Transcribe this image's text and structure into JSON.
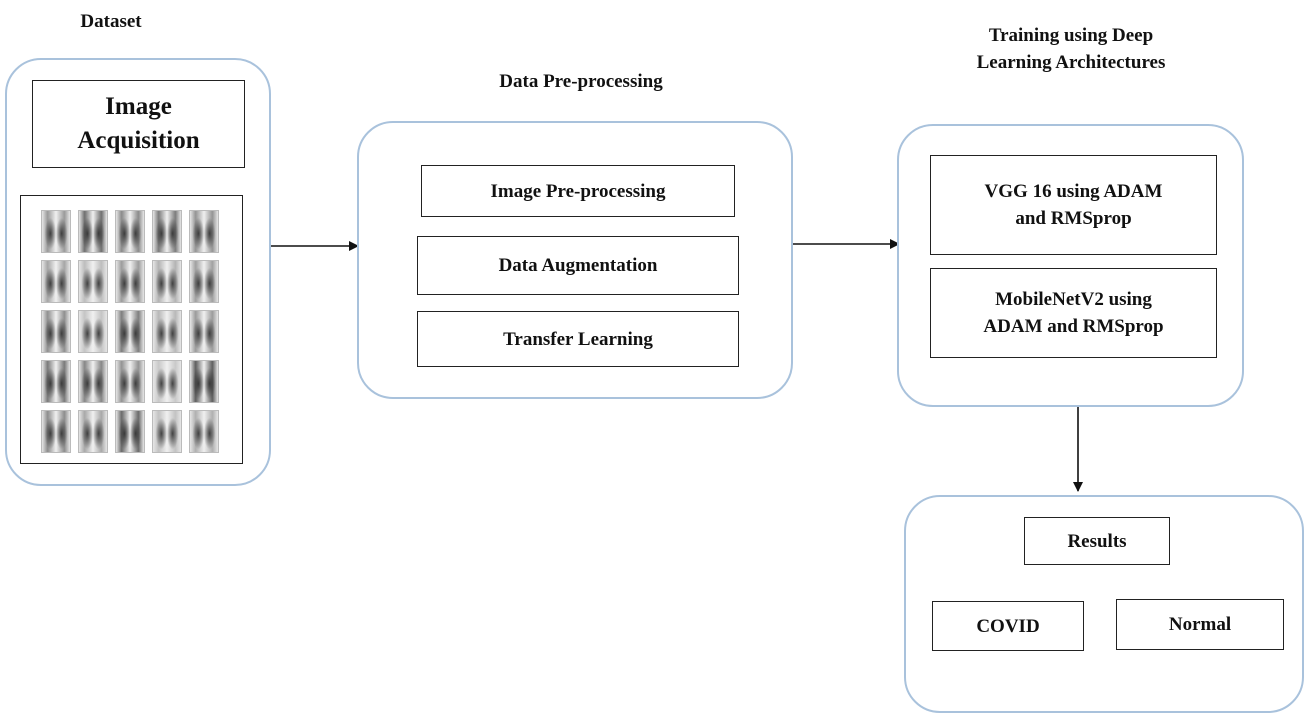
{
  "headings": {
    "dataset": "Dataset",
    "preprocessing": "Data Pre-processing",
    "training_line1": "Training using Deep",
    "training_line2": "Learning Architectures"
  },
  "dataset": {
    "acquisition_line1": "Image",
    "acquisition_line2": "Acquisition"
  },
  "preprocessing": {
    "steps": [
      "Image Pre-processing",
      "Data Augmentation",
      "Transfer Learning"
    ]
  },
  "training": {
    "models": [
      {
        "line1": "VGG 16 using ADAM",
        "line2": "and RMSprop"
      },
      {
        "line1": "MobileNetV2 using",
        "line2": "ADAM and RMSprop"
      }
    ]
  },
  "results": {
    "label": "Results",
    "outcomes": [
      "COVID",
      "Normal"
    ]
  },
  "colors": {
    "panel_border": "#a9c2dc",
    "box_border": "#222222",
    "arrow": "#111111",
    "results_arrow": "#666666"
  }
}
